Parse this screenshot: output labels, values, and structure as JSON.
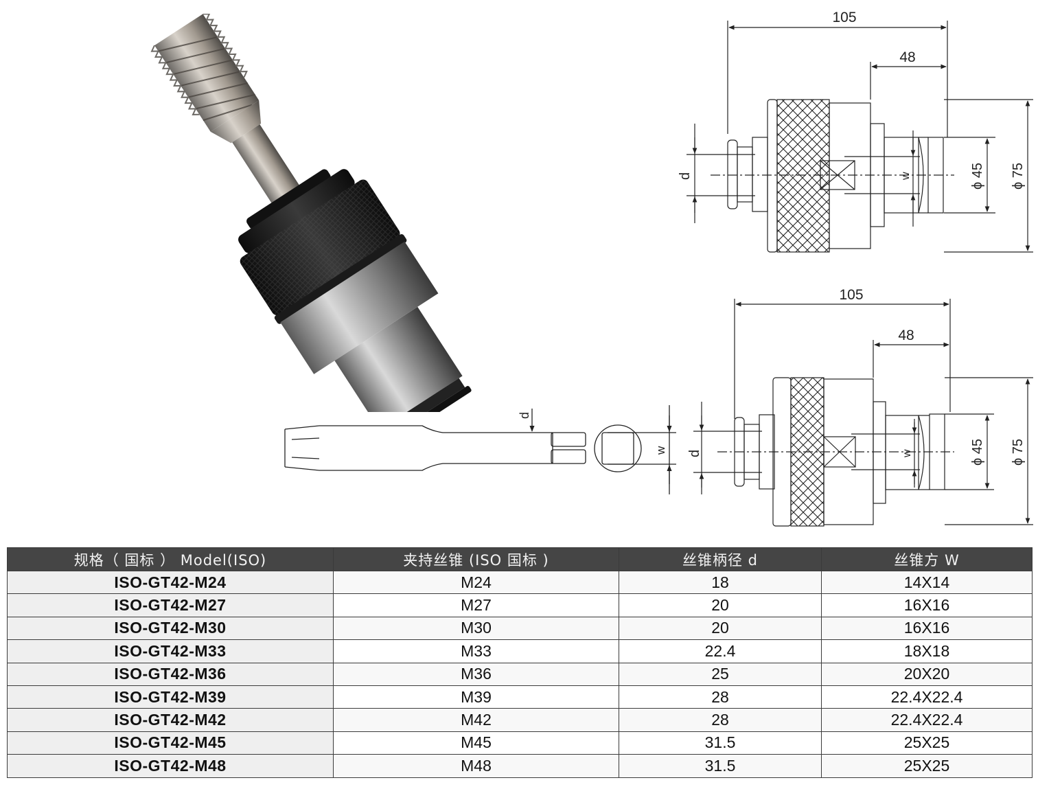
{
  "drawing_top": {
    "dim_total": "105",
    "dim_partial": "48",
    "label_d": "d",
    "label_w": "w",
    "label_phi45": "ϕ 45",
    "label_phi75": "ϕ 75"
  },
  "drawing_bottom": {
    "dim_total": "105",
    "dim_partial": "48",
    "label_d": "d",
    "label_w": "w",
    "label_phi45": "ϕ 45",
    "label_phi75": "ϕ 75"
  },
  "tap_drawing": {
    "label_d": "d",
    "label_w": "w",
    "label_d2": "d"
  },
  "table": {
    "headers": [
      "规格（ 国标 ） Model(ISO)",
      "夹持丝锥 (ISO 国标 )",
      "丝锥柄径 d",
      "丝锥方 W"
    ],
    "rows": [
      [
        "ISO-GT42-M24",
        "M24",
        "18",
        "14X14"
      ],
      [
        "ISO-GT42-M27",
        "M27",
        "20",
        "16X16"
      ],
      [
        "ISO-GT42-M30",
        "M30",
        "20",
        "16X16"
      ],
      [
        "ISO-GT42-M33",
        "M33",
        "22.4",
        "18X18"
      ],
      [
        "ISO-GT42-M36",
        "M36",
        "25",
        "20X20"
      ],
      [
        "ISO-GT42-M39",
        "M39",
        "28",
        "22.4X22.4"
      ],
      [
        "ISO-GT42-M42",
        "M42",
        "28",
        "22.4X22.4"
      ],
      [
        "ISO-GT42-M45",
        "M45",
        "31.5",
        "25X25"
      ],
      [
        "ISO-GT42-M48",
        "M48",
        "31.5",
        "25X25"
      ]
    ]
  },
  "colors": {
    "header_bg": "#454545",
    "header_text": "#f2f2f2",
    "line": "#222222"
  }
}
